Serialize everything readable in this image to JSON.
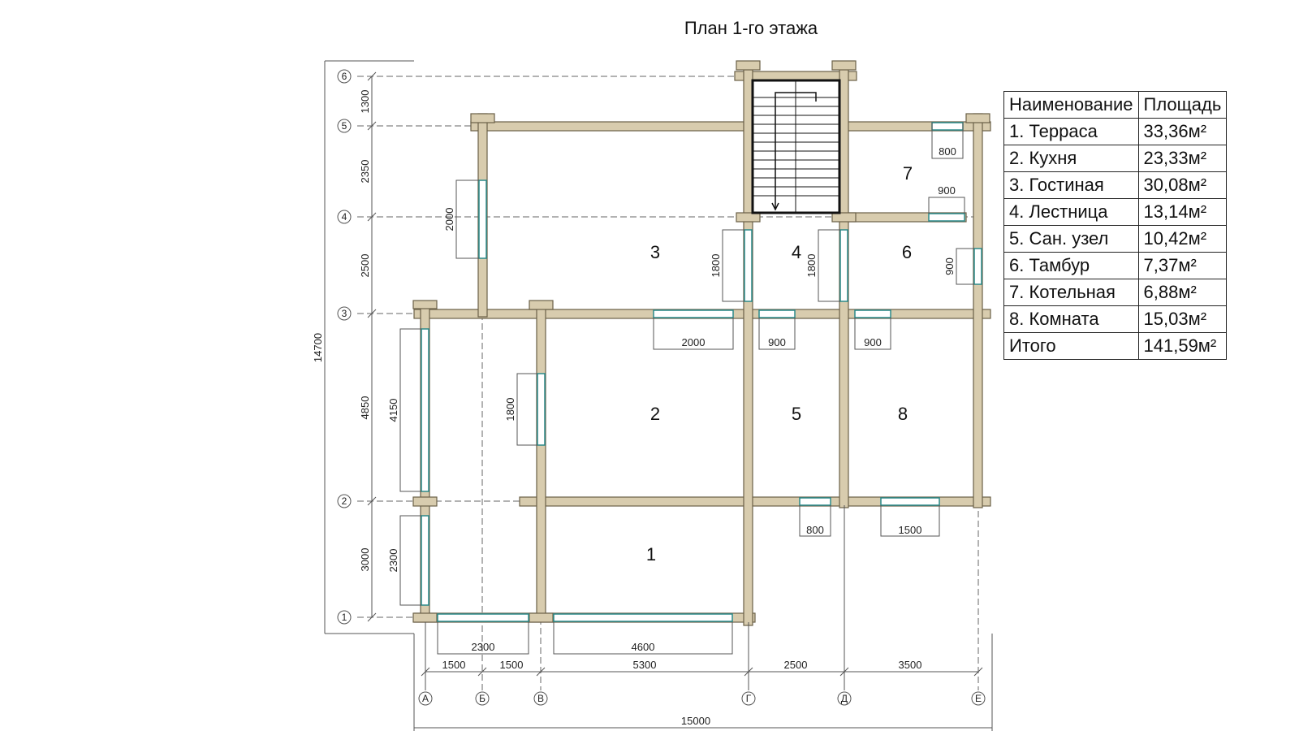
{
  "title": "План 1-го этажа",
  "rooms": [
    {
      "num": "1"
    },
    {
      "num": "2"
    },
    {
      "num": "3"
    },
    {
      "num": "4"
    },
    {
      "num": "5"
    },
    {
      "num": "6"
    },
    {
      "num": "7"
    },
    {
      "num": "8"
    }
  ],
  "axes_rows": [
    "1",
    "2",
    "3",
    "4",
    "5",
    "6"
  ],
  "axes_cols": [
    "А",
    "Б",
    "В",
    "Г",
    "Д",
    "Е"
  ],
  "dims_bottom": [
    "1500",
    "1500",
    "5300",
    "2500",
    "3500"
  ],
  "dim_total_bottom": "15000",
  "dims_left": [
    "3000",
    "4850",
    "2500",
    "2350",
    "1300"
  ],
  "dim_total_left": "14700",
  "window_dims": {
    "w_2300_bottom": "2300",
    "w_4600": "4600",
    "w_2000_horiz": "2000",
    "w_900_a": "900",
    "w_900_b": "900",
    "w_800_bottom": "800",
    "w_1500": "1500",
    "w_4150": "4150",
    "w_2300_left": "2300",
    "w_1800_left": "1800",
    "w_2000_vert": "2000",
    "w_1800_a": "1800",
    "w_1800_b": "1800",
    "w_900_right": "900",
    "w_800_top": "800",
    "w_900_top": "900"
  },
  "legend": {
    "header": [
      "Наименование",
      "Площадь"
    ],
    "rows": [
      [
        "1. Терраса",
        "33,36м²"
      ],
      [
        "2. Кухня",
        "23,33м²"
      ],
      [
        "3. Гостиная",
        "30,08м²"
      ],
      [
        "4. Лестница",
        "13,14м²"
      ],
      [
        "5. Сан. узел",
        "10,42м²"
      ],
      [
        "6. Тамбур",
        "7,37м²"
      ],
      [
        "7. Котельная",
        "6,88м²"
      ],
      [
        "8. Комната",
        "15,03м²"
      ]
    ],
    "total": [
      "Итого",
      "141,59м²"
    ]
  }
}
